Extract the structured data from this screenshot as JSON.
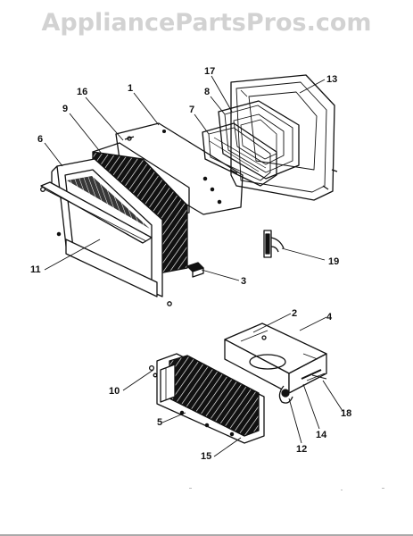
{
  "watermark": "AppliancePartsPros.com",
  "callouts": [
    "1",
    "2",
    "3",
    "4",
    "5",
    "6",
    "7",
    "8",
    "9",
    "10",
    "11",
    "12",
    "13",
    "14",
    "15",
    "16",
    "17",
    "18",
    "19"
  ]
}
